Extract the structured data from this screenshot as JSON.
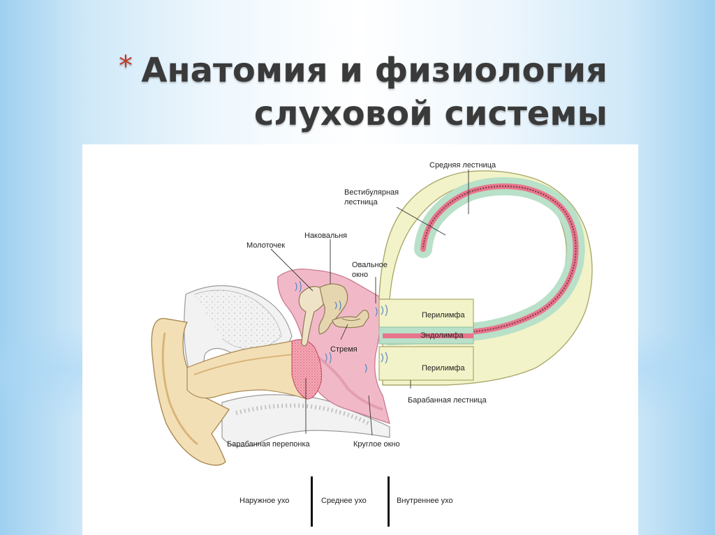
{
  "slide": {
    "title_line1": "Анатомия и физиология",
    "title_line2": "слуховой системы",
    "bullet": "*"
  },
  "diagram": {
    "labels": {
      "middle_scala": "Средняя лестница",
      "vestibular_1": "Вестибулярная",
      "vestibular_2": "лестница",
      "incus": "Наковальня",
      "malleus": "Молоточек",
      "oval_1": "Овальное",
      "oval_2": "окно",
      "perilymph_top": "Перилимфа",
      "endolymph": "Эндолимфа",
      "perilymph_bottom": "Перилимфа",
      "stapes": "Стремя",
      "tympanic_scala": "Барабанная лестница",
      "eardrum": "Барабанная перепонка",
      "round_window": "Круглое окно"
    },
    "sections": {
      "outer": "Наружное ухо",
      "middle": "Среднее ухо",
      "inner": "Внутреннее ухо"
    },
    "colors": {
      "skin": "#f3dfb5",
      "skin_dark": "#d9b57a",
      "perilymph": "#f2f3c8",
      "endolymph": "#b9e0c8",
      "membrane": "#e8758c",
      "middle_ear": "#f1b9c8",
      "bone": "#e9e9e9"
    }
  }
}
